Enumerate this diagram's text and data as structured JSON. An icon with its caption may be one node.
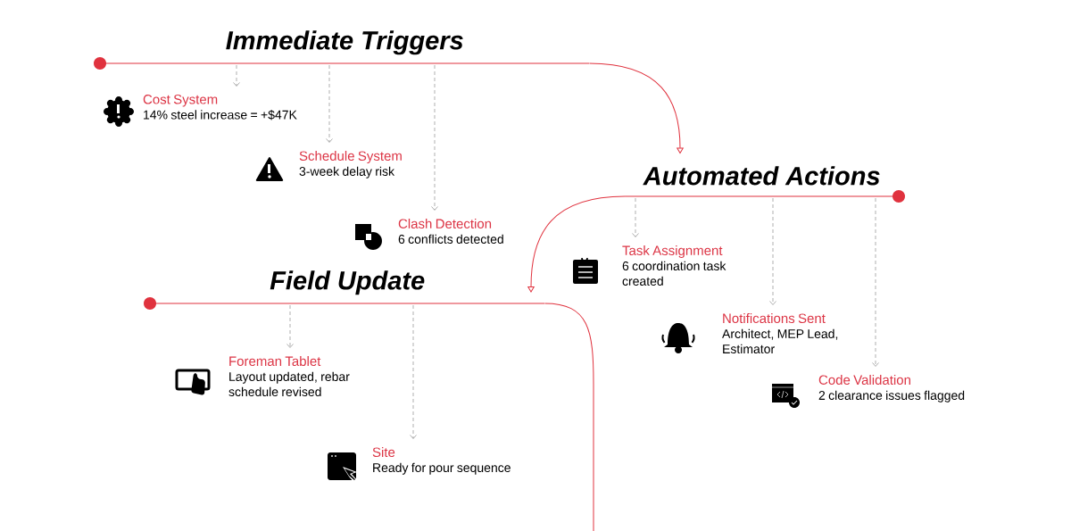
{
  "diagram": {
    "nodes": [
      {
        "text": [
          "Immediate Triggers"
        ]
      },
      {
        "text": [
          "Automated Actions"
        ]
      },
      {
        "text": [
          "Field Update"
        ]
      },
      {
        "text": [
          "Cost System",
          "14% steel increase = +$47K"
        ]
      },
      {
        "text": [
          "Schedule System",
          "3-week delay risk"
        ]
      },
      {
        "text": [
          "Clash Detection",
          "6 conflicts detected"
        ]
      },
      {
        "text": [
          "Task Assignment",
          "6 coordination task created"
        ]
      },
      {
        "text": [
          "Notifications Sent",
          "Architect, MEP Lead, Estimator"
        ]
      },
      {
        "text": [
          "Code Validation",
          "2 clearance issues flagged"
        ]
      },
      {
        "text": [
          "Foreman Tablet",
          "Layout updated, rebar schedule revised"
        ]
      },
      {
        "text": [
          "Site",
          "Ready for pour sequence"
        ]
      }
    ],
    "edges": [
      {
        "from": 0,
        "to": 1,
        "arrow": "to",
        "color": "#e0323e"
      },
      {
        "from": 1,
        "to": 2,
        "arrow": "to",
        "color": "#e0323e"
      },
      {
        "from": 2,
        "to": null,
        "arrow": "none",
        "color": "#e0323e"
      },
      {
        "from": 0,
        "to": 3,
        "arrow": "to",
        "style": "dashed"
      },
      {
        "from": 0,
        "to": 4,
        "arrow": "to",
        "style": "dashed"
      },
      {
        "from": 0,
        "to": 5,
        "arrow": "to",
        "style": "dashed"
      },
      {
        "from": 1,
        "to": 6,
        "arrow": "to",
        "style": "dashed"
      },
      {
        "from": 1,
        "to": 7,
        "arrow": "to",
        "style": "dashed"
      },
      {
        "from": 1,
        "to": 8,
        "arrow": "to",
        "style": "dashed"
      },
      {
        "from": 2,
        "to": 9,
        "arrow": "to",
        "style": "dashed"
      },
      {
        "from": 2,
        "to": 10,
        "arrow": "to",
        "style": "dashed"
      }
    ]
  }
}
